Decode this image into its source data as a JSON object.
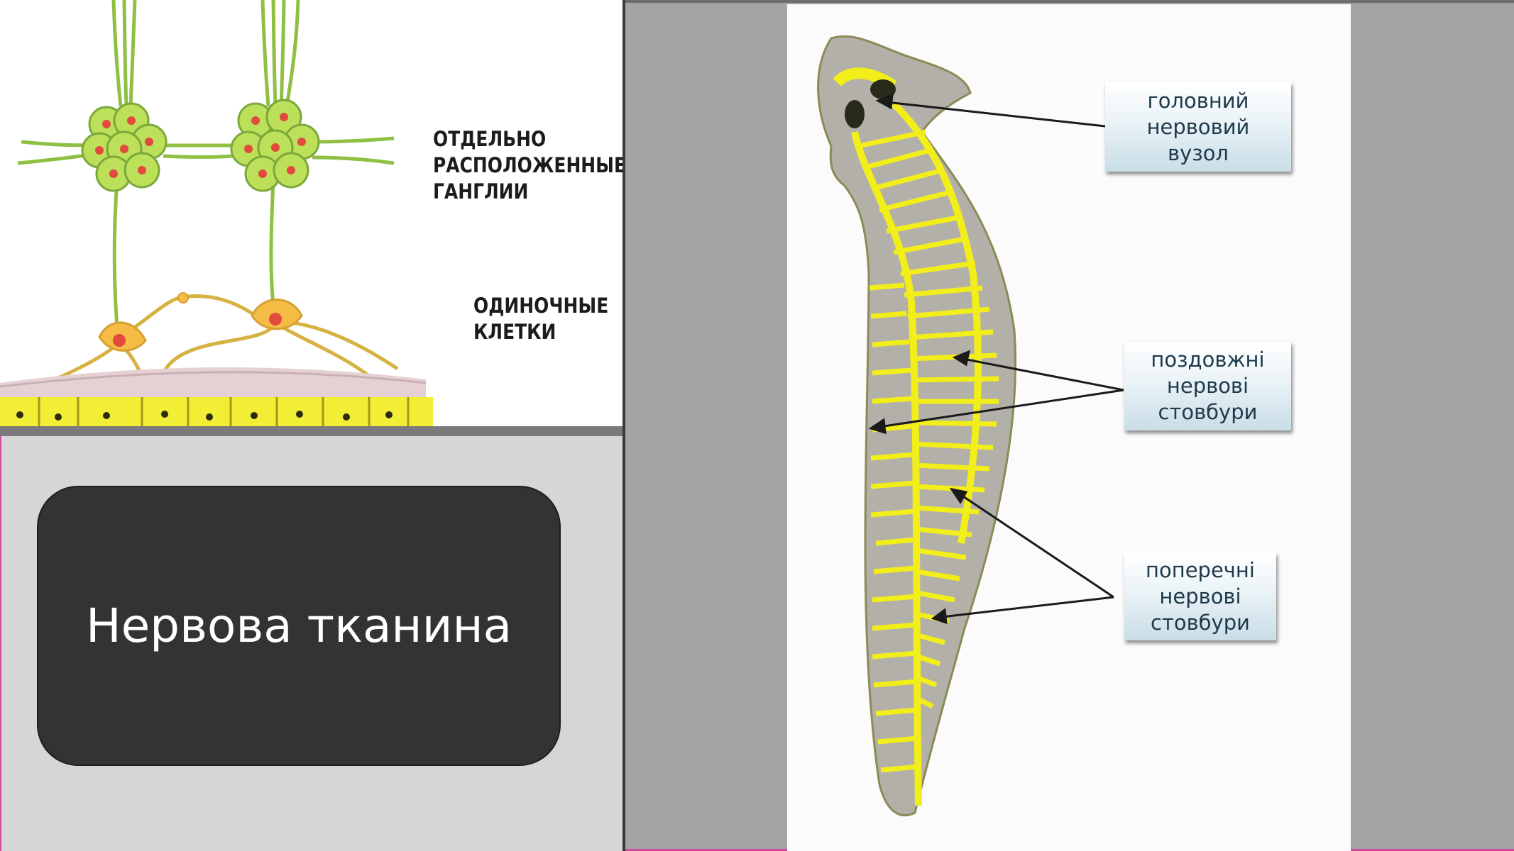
{
  "left_image": {
    "caption_ganglia": "ОТДЕЛЬНО\nРАСПОЛОЖЕННЫЕ\nГАНГЛИИ",
    "caption_single": "ОДИНОЧНЫЕ\nКЛЕТКИ"
  },
  "title": "Нервова тканина",
  "worm": {
    "labels": {
      "head": "головний\nнервовий\nвузол",
      "longitudinal": "поздовжні\nнервові\nстовбури",
      "transverse": "поперечні\nнервові\nстовбури"
    }
  },
  "colors": {
    "title_box": "#333333",
    "left_bottom_bg": "#d6d6d6",
    "right_bg": "#a3a3a3",
    "nerve_yellow": "#f2ee1a",
    "accent_pink": "#d24aa0"
  }
}
